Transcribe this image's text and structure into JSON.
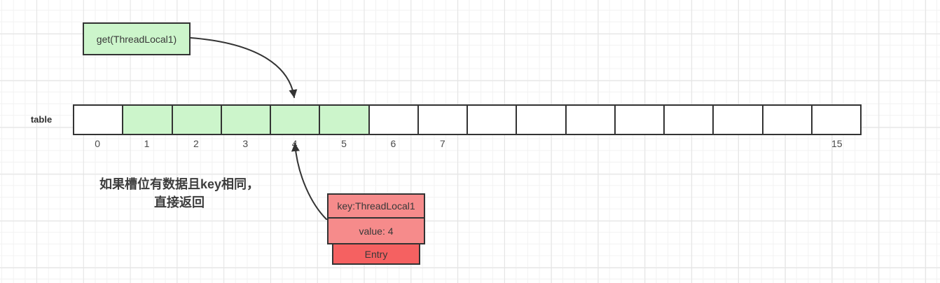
{
  "get_box": {
    "label": "get(ThreadLocal1)"
  },
  "table": {
    "label": "table",
    "cell_count": 16,
    "highlighted_slots": [
      1,
      2,
      3,
      4,
      5
    ],
    "index_labels": [
      {
        "slot": 0,
        "text": "0"
      },
      {
        "slot": 1,
        "text": "1"
      },
      {
        "slot": 2,
        "text": "2"
      },
      {
        "slot": 3,
        "text": "3"
      },
      {
        "slot": 4,
        "text": "4"
      },
      {
        "slot": 5,
        "text": "5"
      },
      {
        "slot": 6,
        "text": "6"
      },
      {
        "slot": 7,
        "text": "7"
      },
      {
        "slot": 15,
        "text": "15"
      }
    ]
  },
  "annotation": {
    "line1": "如果槽位有数据且key相同，",
    "line2": "直接返回"
  },
  "entry_stack": {
    "key_label": "key:ThreadLocal1",
    "value_label": "value: 4",
    "entry_label": "Entry"
  },
  "colors": {
    "highlight_green": "#ccf5cb",
    "entry_salmon": "#f68b8b",
    "entry_red": "#f56161",
    "shape_border": "#333333",
    "arrow": "#333333"
  }
}
